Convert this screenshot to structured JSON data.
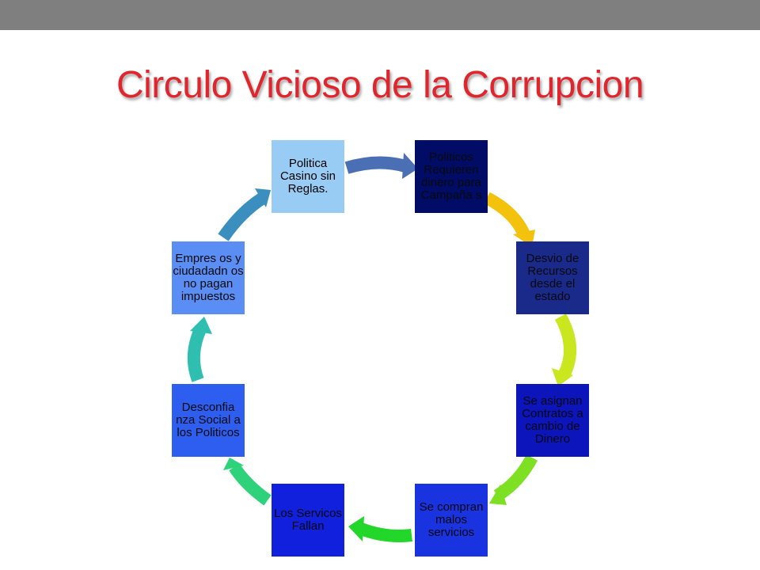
{
  "title": "Circulo Vicioso de la Corrupcion",
  "nodes": [
    {
      "label": "Politica Casino sin Reglas.",
      "color": "#99ccf5"
    },
    {
      "label": "Politicos Requieren dinero para Campaña s",
      "color": "#000c66"
    },
    {
      "label": "Desvio de Recursos desde el estado",
      "color": "#1a2a8a"
    },
    {
      "label": "Se asignan Contratos a cambio de Dinero",
      "color": "#0b15bb"
    },
    {
      "label": "Se compran malos servicios",
      "color": "#1a33e0"
    },
    {
      "label": "Los Servicos Fallan",
      "color": "#1020dd"
    },
    {
      "label": "Desconfia nza Social a los Politicos",
      "color": "#2d5ef0"
    },
    {
      "label": "Empres os y ciudadadn os no pagan impuestos",
      "color": "#5a8ef5"
    }
  ],
  "arrows": [
    {
      "from": "Politica Casino sin Reglas.",
      "to": "Politicos Requieren dinero para Campaña s",
      "color": "#4a6fb5"
    },
    {
      "from": "Politicos Requieren dinero para Campaña s",
      "to": "Desvio de Recursos desde el estado",
      "color": "#f2c20c"
    },
    {
      "from": "Desvio de Recursos desde el estado",
      "to": "Se asignan Contratos a cambio de Dinero",
      "color": "#c9e61e"
    },
    {
      "from": "Se asignan Contratos a cambio de Dinero",
      "to": "Se compran malos servicios",
      "color": "#7ee022"
    },
    {
      "from": "Se compran malos servicios",
      "to": "Los Servicos Fallan",
      "color": "#22d62a"
    },
    {
      "from": "Los Servicos Fallan",
      "to": "Desconfia nza Social a los Politicos",
      "color": "#2ed27a"
    },
    {
      "from": "Desconfia nza Social a los Politicos",
      "to": "Empres os y ciudadadn os no pagan impuestos",
      "color": "#2fbfb0"
    },
    {
      "from": "Empres os y ciudadadn os no pagan impuestos",
      "to": "Politica Casino sin Reglas.",
      "color": "#3a8fbf"
    }
  ]
}
